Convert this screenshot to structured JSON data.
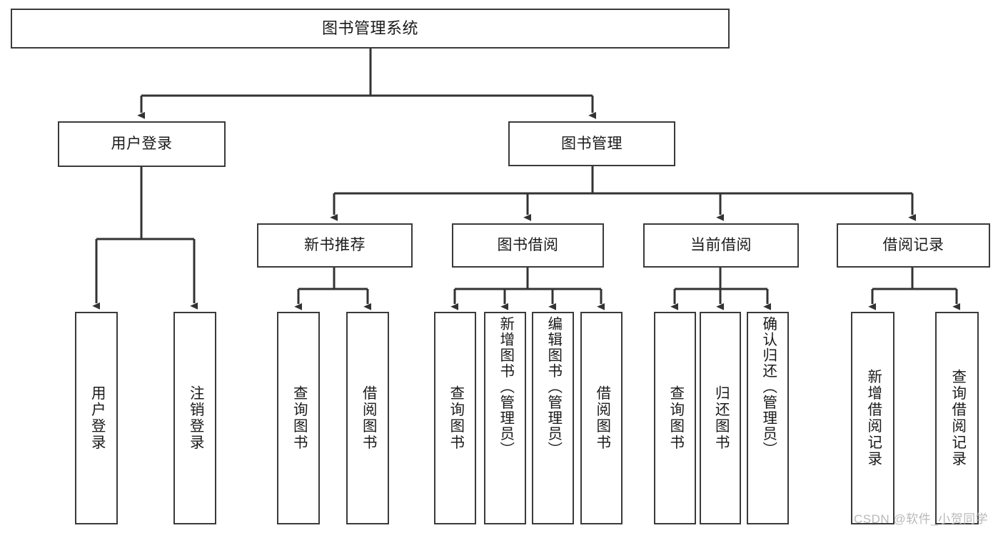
{
  "diagram": {
    "type": "tree",
    "title": "图书管理系统",
    "orientation": "top-down",
    "colors": {
      "node_border": "#3a3a3a",
      "node_fill": "#ffffff",
      "edge": "#333333",
      "text": "#1a1a1a",
      "watermark": "#b9b9b9"
    }
  },
  "watermark": {
    "text": "CSDN @软件_小贺同学"
  },
  "nodes": {
    "root": {
      "label": "图书管理系统"
    },
    "level1": [
      {
        "label": "用户登录"
      },
      {
        "label": "图书管理"
      }
    ],
    "level2": [
      {
        "label": "新书推荐"
      },
      {
        "label": "图书借阅"
      },
      {
        "label": "当前借阅"
      },
      {
        "label": "借阅记录"
      }
    ],
    "leaves_user_login": [
      {
        "label": "用户登录"
      },
      {
        "label": "注销登录"
      }
    ],
    "leaves_new_book": [
      {
        "label": "查询图书"
      },
      {
        "label": "借阅图书"
      }
    ],
    "leaves_borrow": [
      {
        "label": "查询图书"
      },
      {
        "label": "新增图书（管理员）"
      },
      {
        "label": "编辑图书（管理员）"
      },
      {
        "label": "借阅图书"
      }
    ],
    "leaves_current": [
      {
        "label": "查询图书"
      },
      {
        "label": "归还图书"
      },
      {
        "label": "确认归还（管理员）"
      }
    ],
    "leaves_records": [
      {
        "label": "新增借阅记录"
      },
      {
        "label": "查询借阅记录"
      }
    ]
  }
}
